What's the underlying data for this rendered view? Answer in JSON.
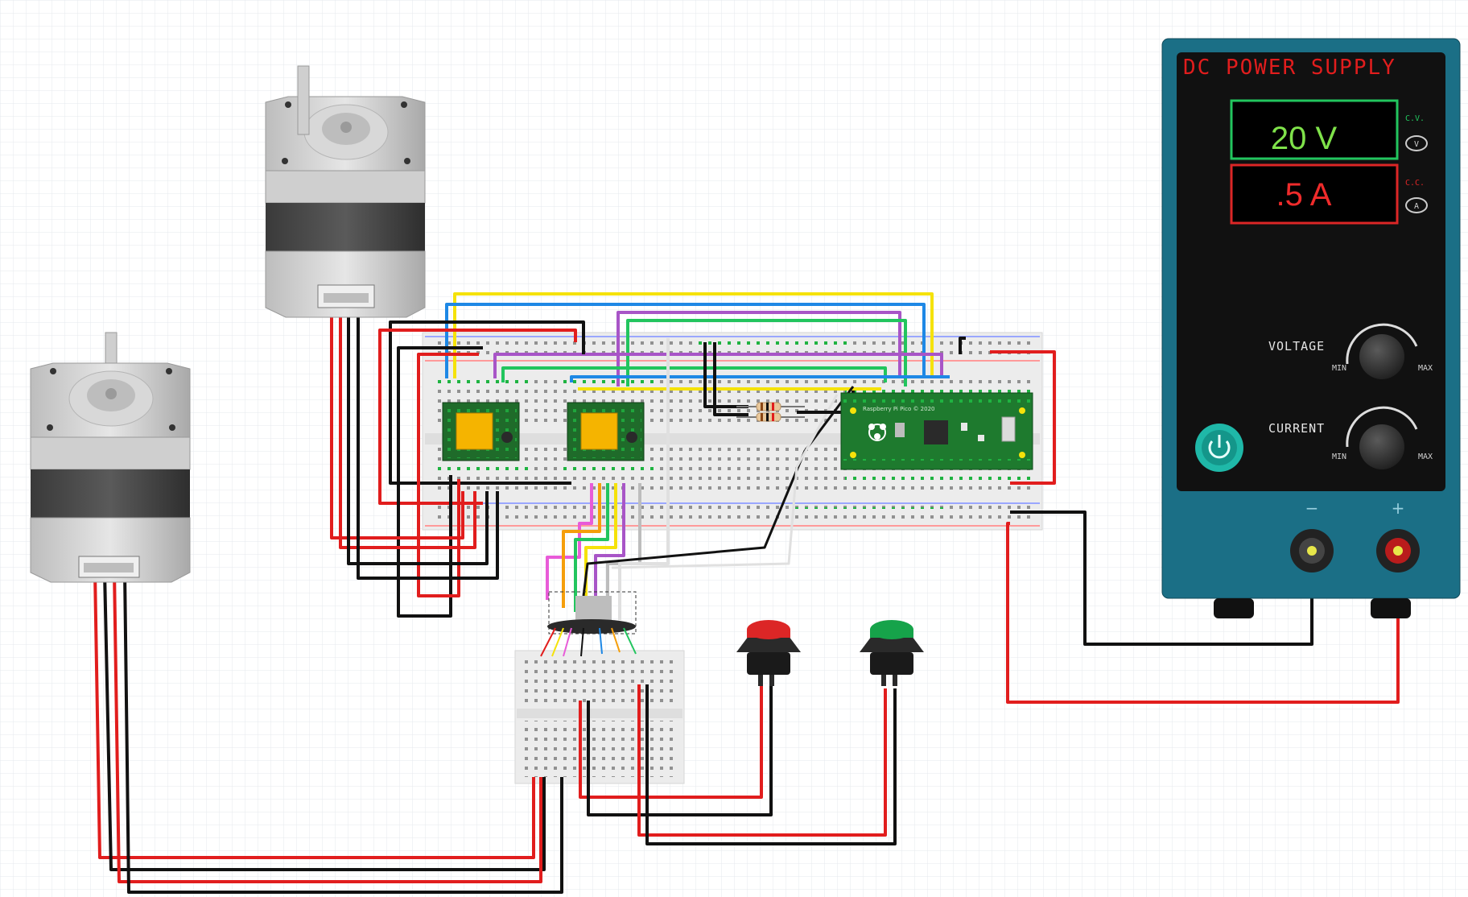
{
  "power_supply": {
    "title": "DC POWER SUPPLY",
    "voltage_display": "20 V",
    "current_display": ".5 A",
    "cv_label": "C.V.",
    "cc_label": "C.C.",
    "v_badge": "V",
    "a_badge": "A",
    "voltage_knob_label": "VOLTAGE",
    "current_knob_label": "CURRENT",
    "min_label": "MIN",
    "max_label": "MAX",
    "minus_label": "−",
    "plus_label": "+",
    "body_color": "#1b6f86",
    "display_green": "#22c55e",
    "display_red": "#dc2626"
  },
  "pico": {
    "silk_label": "Raspberry Pi Pico © 2020"
  },
  "buttons": [
    {
      "color": "#dc2626"
    },
    {
      "color": "#16a34a"
    }
  ],
  "wire_colors": {
    "red": "#e11d1d",
    "black": "#111111",
    "yellow": "#f5e20a",
    "blue": "#1e88e5",
    "purple": "#a855c7",
    "green": "#22c55e",
    "gray": "#bdbdbd",
    "orange": "#f59e0b",
    "magenta": "#e85bd8"
  }
}
